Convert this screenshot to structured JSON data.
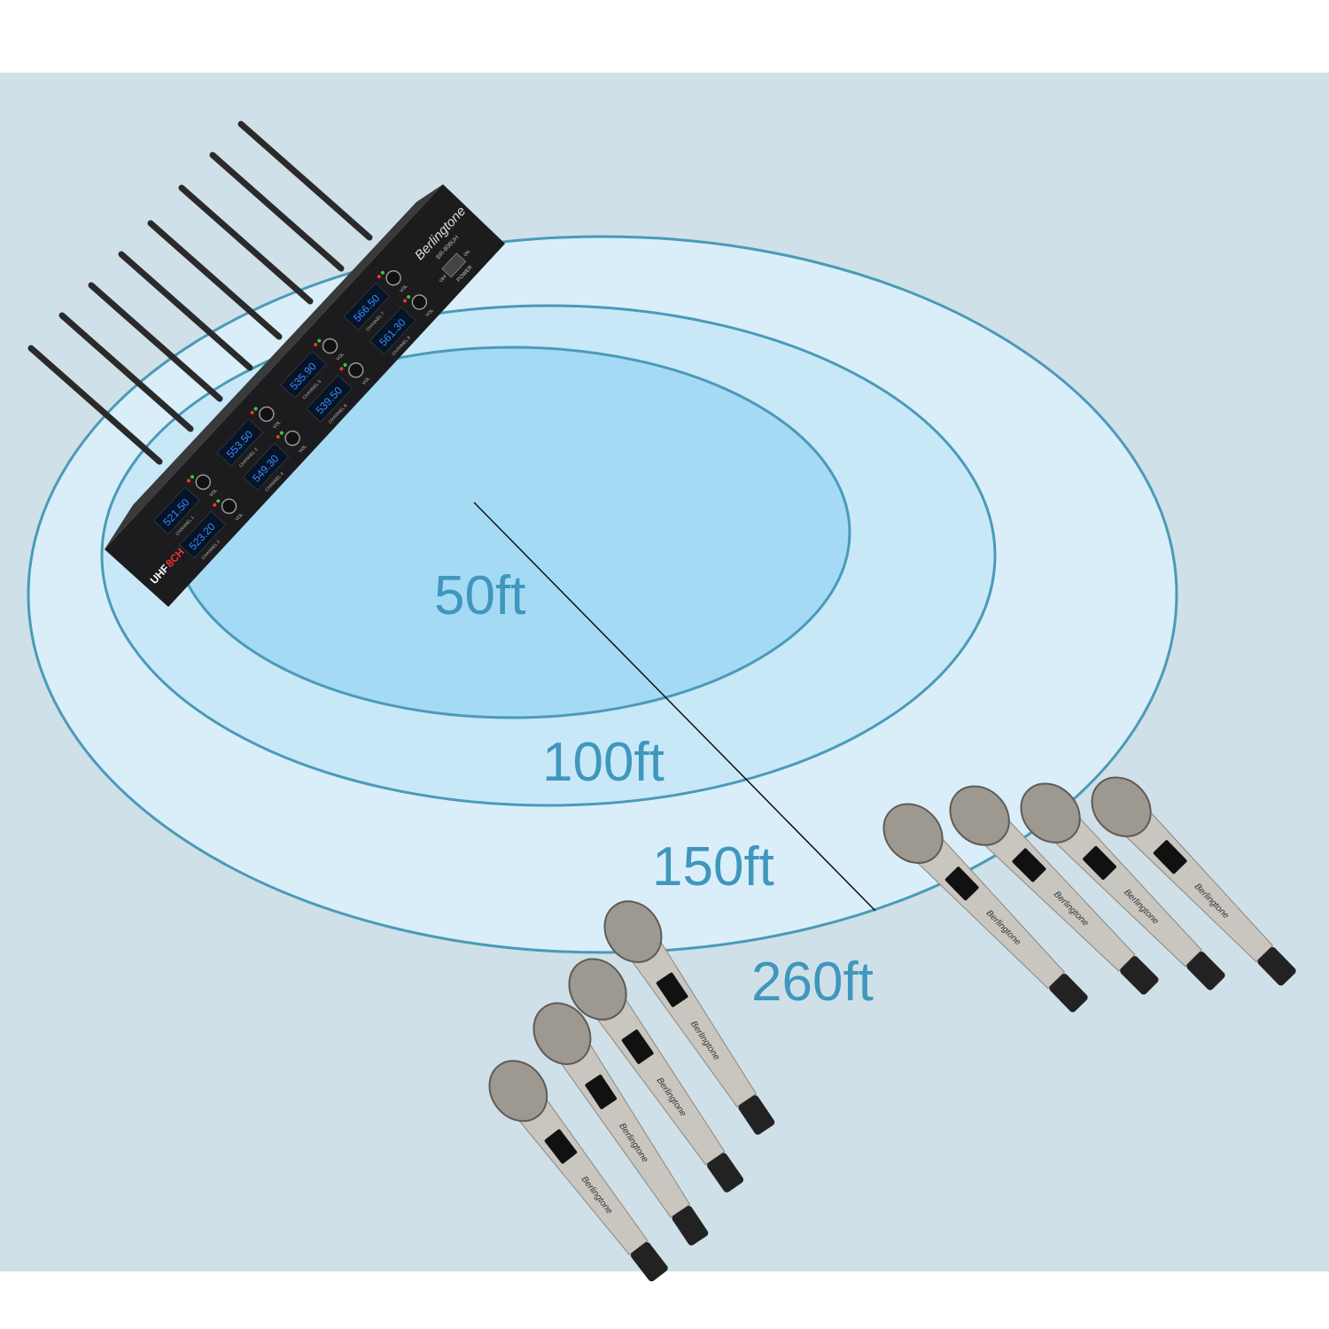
{
  "rings": [
    {
      "label": "50ft"
    },
    {
      "label": "100ft"
    },
    {
      "label": "150ft"
    },
    {
      "label": "260ft"
    }
  ],
  "receiver": {
    "brand": "Berlingtone",
    "model": "BR-808UH",
    "badge_uhf": "UHF",
    "badge_ch": "8CH",
    "power_label": "POWER",
    "off_label": "OFF",
    "on_label": "ON",
    "vol_label": "VOL",
    "channels": [
      {
        "name": "CHANNEL 1",
        "freq": "521.50"
      },
      {
        "name": "CHANNEL 2",
        "freq": "523.20"
      },
      {
        "name": "CHANNEL 3",
        "freq": "553.50"
      },
      {
        "name": "CHANNEL 4",
        "freq": "549.30"
      },
      {
        "name": "CHANNEL 5",
        "freq": "535.90"
      },
      {
        "name": "CHANNEL 6",
        "freq": "539.50"
      },
      {
        "name": "CHANNEL 7",
        "freq": "566.50"
      },
      {
        "name": "CHANNEL 8",
        "freq": "561.30"
      }
    ]
  },
  "mic_brand": "Berlingtone",
  "colors": {
    "ring_stroke": "#4a9ab8",
    "outer": "#daeef9",
    "middle": "#c8e8f8",
    "inner": "#a5daf5",
    "label": "#3f97bd"
  }
}
